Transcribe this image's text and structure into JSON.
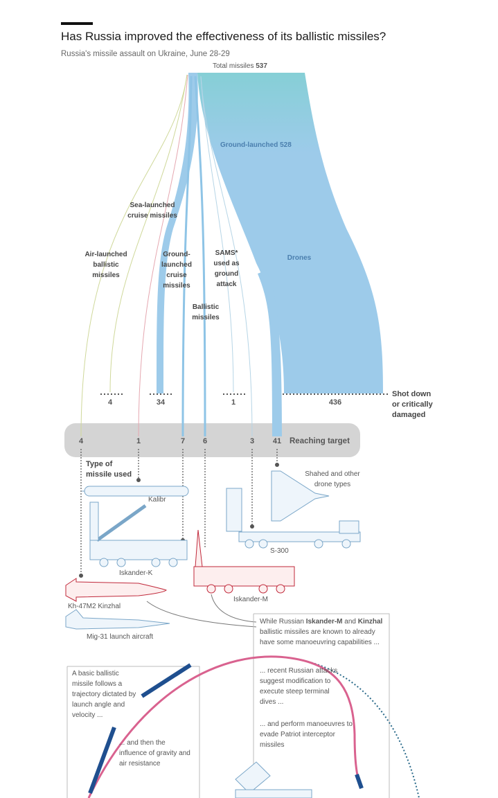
{
  "header": {
    "title": "Has Russia improved the effectiveness of its ballistic missiles?",
    "subtitle": "Russia's missile assault on Ukraine, June 28-29",
    "total_label": "Total missiles",
    "total_value": "537"
  },
  "flows": {
    "ground_launched": "Ground-launched 528",
    "sea_launched": "Sea-launched cruise missiles",
    "air_launched": "Air-launched ballistic missiles",
    "ground_cruise": "Ground-launched cruise missiles",
    "sams": "SAMS* used as ground attack",
    "ballistic": "Ballistic missiles",
    "drones": "Drones"
  },
  "shot_down": {
    "label": "Shot down or critically damaged",
    "values": [
      "4",
      "34",
      "1",
      "436"
    ]
  },
  "reaching": {
    "label": "Reaching target",
    "values": [
      "4",
      "1",
      "7",
      "6",
      "3",
      "41"
    ]
  },
  "types": {
    "heading": "Type of missile used",
    "kalibr": "Kalibr",
    "iskander_k": "Iskander-K",
    "kinzhal": "Kh-47M2 Kinzhal",
    "mig": "Mig-31 launch aircraft",
    "iskander_m": "Iskander-M",
    "s300": "S-300",
    "shahed": "Shahed and other drone types"
  },
  "notes": {
    "n1_a": "While Russian ",
    "n1_b": "Iskander-M",
    "n1_c": " and ",
    "n1_d": "Kinzhal",
    "n1_e": " ballistic missiles are known to already have some manoeuvring capabilities ...",
    "n2": "A basic ballistic missile follows a trajectory dictated by launch angle and velocity ...",
    "n3": "... and then the influence of gravity and air resistance",
    "n4": "... recent Russian attacks suggest modification to execute steep terminal dives ...",
    "n5": "... and perform manoeuvres to evade Patriot interceptor missiles"
  },
  "colors": {
    "flow_top": "#86cfd6",
    "flow_main": "#9dcbea",
    "band": "#d4d4d4",
    "trajectory": "#d9628f",
    "missile": "#1f4f8f",
    "vehicle_red": "#c0283a"
  }
}
